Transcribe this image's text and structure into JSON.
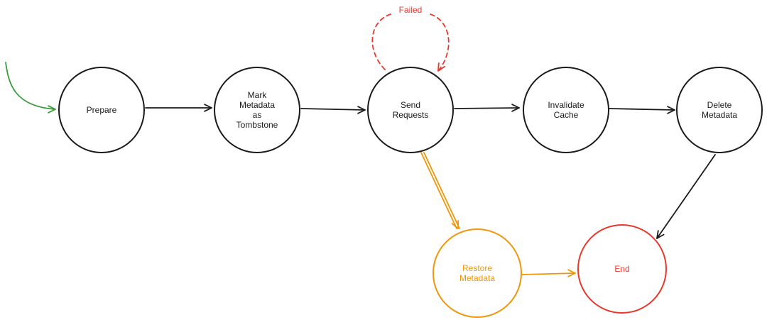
{
  "colors": {
    "default": "#1a1a1a",
    "entry": "#3a9c3a",
    "failure": "#e8382e",
    "restore": "#f0960a",
    "end": "#e8382e",
    "background": "#ffffff"
  },
  "nodes": [
    {
      "id": "prepare",
      "lines": [
        "Prepare"
      ],
      "color": "#1a1a1a"
    },
    {
      "id": "mark-metadata",
      "lines": [
        "Mark",
        "Metadata",
        "as",
        "Tombstone"
      ],
      "color": "#1a1a1a"
    },
    {
      "id": "send-requests",
      "lines": [
        "Send",
        "Requests"
      ],
      "color": "#1a1a1a"
    },
    {
      "id": "invalidate-cache",
      "lines": [
        "Invalidate",
        "Cache"
      ],
      "color": "#1a1a1a"
    },
    {
      "id": "delete-metadata",
      "lines": [
        "Delete",
        "Metadata"
      ],
      "color": "#1a1a1a"
    },
    {
      "id": "restore-metadata",
      "lines": [
        "Restore",
        "Metadata"
      ],
      "color": "#f0960a"
    },
    {
      "id": "end",
      "lines": [
        "End"
      ],
      "color": "#e8382e"
    }
  ],
  "edges": [
    {
      "id": "entry",
      "from": null,
      "to": "prepare",
      "color": "#3a9c3a",
      "style": "solid"
    },
    {
      "id": "prepare-to-mark",
      "from": "prepare",
      "to": "mark-metadata",
      "color": "#1a1a1a",
      "style": "solid"
    },
    {
      "id": "mark-to-send",
      "from": "mark-metadata",
      "to": "send-requests",
      "color": "#1a1a1a",
      "style": "solid"
    },
    {
      "id": "send-self-loop",
      "from": "send-requests",
      "to": "send-requests",
      "color": "#e8382e",
      "style": "dashed",
      "label": "Failed"
    },
    {
      "id": "send-to-invalidate",
      "from": "send-requests",
      "to": "invalidate-cache",
      "color": "#1a1a1a",
      "style": "solid"
    },
    {
      "id": "invalidate-to-delete",
      "from": "invalidate-cache",
      "to": "delete-metadata",
      "color": "#1a1a1a",
      "style": "solid"
    },
    {
      "id": "delete-to-end",
      "from": "delete-metadata",
      "to": "end",
      "color": "#1a1a1a",
      "style": "solid"
    },
    {
      "id": "send-to-restore",
      "from": "send-requests",
      "to": "restore-metadata",
      "color": "#f0960a",
      "style": "double"
    },
    {
      "id": "restore-to-end",
      "from": "restore-metadata",
      "to": "end",
      "color": "#f0960a",
      "style": "solid"
    }
  ]
}
